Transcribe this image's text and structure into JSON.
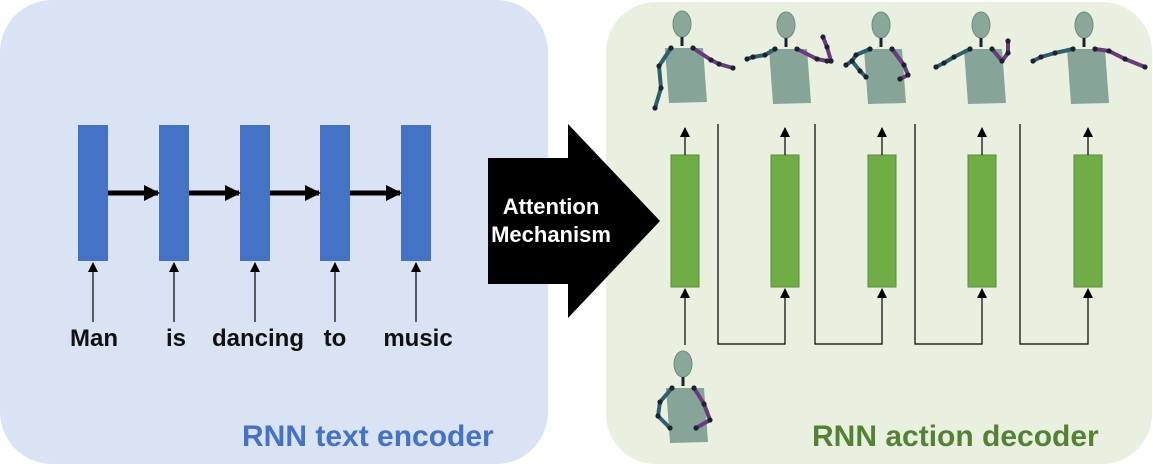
{
  "encoder": {
    "label": "RNN text encoder",
    "words": [
      "Man",
      "is",
      "dancing",
      "to",
      "music"
    ]
  },
  "attention": {
    "line1": "Attention",
    "line2": "Mechanism"
  },
  "decoder": {
    "label": "RNN action decoder"
  },
  "colors": {
    "encoder_panel": "#dae3f3",
    "decoder_panel": "#e9f0e0",
    "encoder_cell": "#4472c4",
    "decoder_cell": "#70ad47",
    "attention_arrow": "#000000",
    "figure_body": "#86a497",
    "figure_head": "#8aa89a",
    "figure_left_arm": "#2e5f6e",
    "figure_right_arm": "#6a3a7a"
  }
}
